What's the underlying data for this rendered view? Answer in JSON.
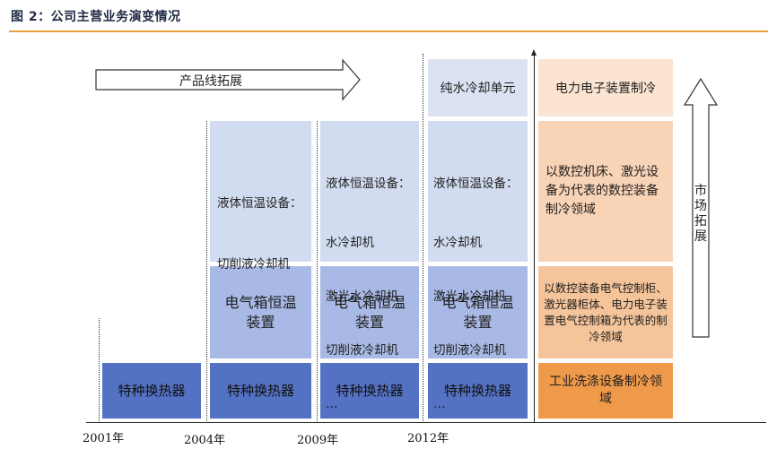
{
  "figure": {
    "title": "图 2：公司主营业务演变情况"
  },
  "colors": {
    "accent_rule": "#e7a33d",
    "blue_dark": "#5472c4",
    "blue_mid": "#a9b9e5",
    "blue_light": "#d2dcf0",
    "orange_dark": "#ef9a4a",
    "orange_mid": "#f5c49b",
    "orange_pale": "#fbe4d1"
  },
  "arrows": {
    "product_line": "产品线拓展",
    "market": "市场拓展"
  },
  "timeline": [
    "2001年",
    "2004年",
    "2009年",
    "2012年"
  ],
  "col2001": {
    "base": "特种换热器"
  },
  "col2004": {
    "base": "特种换热器",
    "cabinet": "电气箱恒温装置",
    "liquid_title": "液体恒温设备：",
    "liquid_items": [
      "切削液冷却机"
    ]
  },
  "col2009": {
    "base": "特种换热器",
    "cabinet": "电气箱恒温装置",
    "liquid_title": "液体恒温设备：",
    "liquid_items": [
      "水冷却机",
      "激光水冷却机",
      "切削液冷却机",
      "…"
    ]
  },
  "col2012": {
    "base": "特种换热器",
    "cabinet": "电气箱恒温装置",
    "liquid_title": "液体恒温设备：",
    "liquid_items": [
      "水冷却机",
      "激光水冷却机",
      "切削液冷却机",
      "…"
    ],
    "pure_water": "纯水冷却单元"
  },
  "market_col": {
    "industrial": "工业洗涤设备制冷领域",
    "cnc_equipment": "以数控装备电气控制柜、激光器柜体、电力电子装置电气控制箱为代表的制冷领域",
    "cnc_machine": "以数控机床、激光设备为代表的数控装备制冷领域",
    "power_electronics": "电力电子装置制冷"
  }
}
